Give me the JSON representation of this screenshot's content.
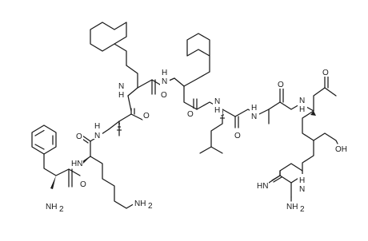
{
  "molecule": {
    "atom_labels": {
      "nh2_phe": "NH",
      "nh2_phe_sub": "2",
      "nh_phe_lys": "HN",
      "o_phe": "O",
      "o_lys": "O",
      "nh2_lys": "NH",
      "nh2_lys_sub": "2",
      "nh_lys_ala": "N",
      "h_lys_ala": "H",
      "o_ala1": "O",
      "nh_ala_cha1": "N",
      "h_ala_cha1": "H",
      "o_cha1": "O",
      "nh_cha1_cha2": "N",
      "h_cha1_cha2": "H",
      "o_cha2": "O",
      "nh_cha2_leu": "N",
      "h_cha2_leu": "H",
      "o_leu": "O",
      "nh_leu_ala": "N",
      "h_leu_ala": "H",
      "o_ala2": "O",
      "nh_ala_arg": "N",
      "h_ala_arg": "H",
      "o_acid": "O",
      "oh_acid": "OH",
      "nh_guan": "N",
      "h_guan": "H",
      "nh_imine": "HN",
      "nh2_guan": "NH",
      "nh2_guan_sub": "2"
    }
  }
}
